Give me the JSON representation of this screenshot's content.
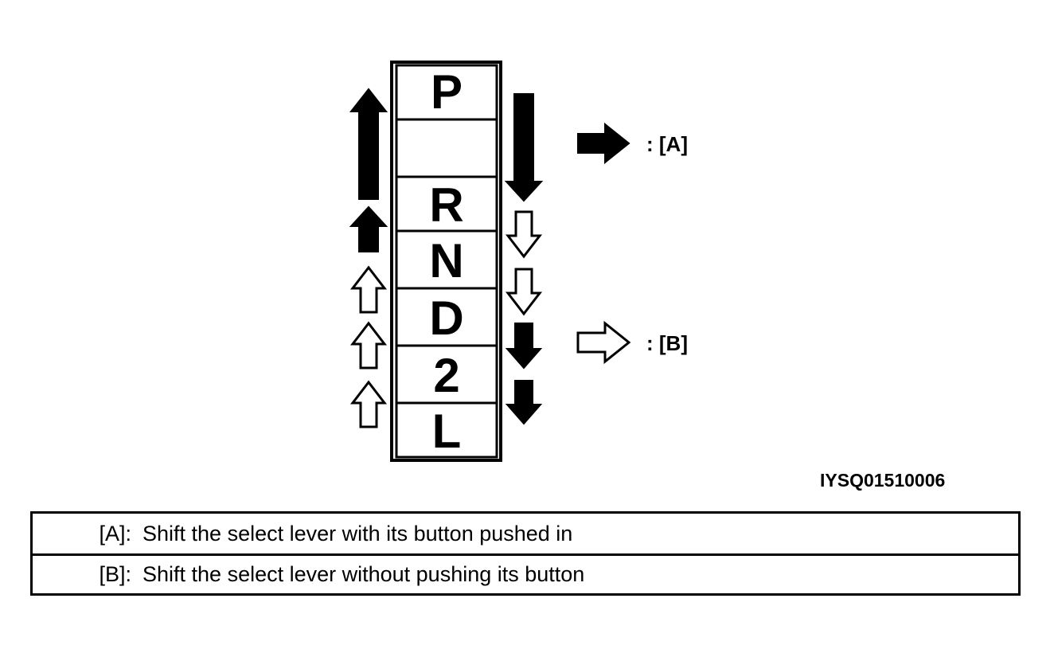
{
  "gears": [
    "P",
    "",
    "R",
    "N",
    "D",
    "2",
    "L"
  ],
  "legend_markers": {
    "a": ": [A]",
    "b": ": [B]"
  },
  "figure_id": "IYSQ01510006",
  "legend_table": [
    {
      "key": "[A]:",
      "text": "Shift the select lever with its button pushed in"
    },
    {
      "key": "[B]:",
      "text": "Shift the select lever without pushing its button"
    }
  ],
  "colors": {
    "arrow_solid": "#000000",
    "arrow_outline": "#ffffff",
    "line": "#000000"
  }
}
